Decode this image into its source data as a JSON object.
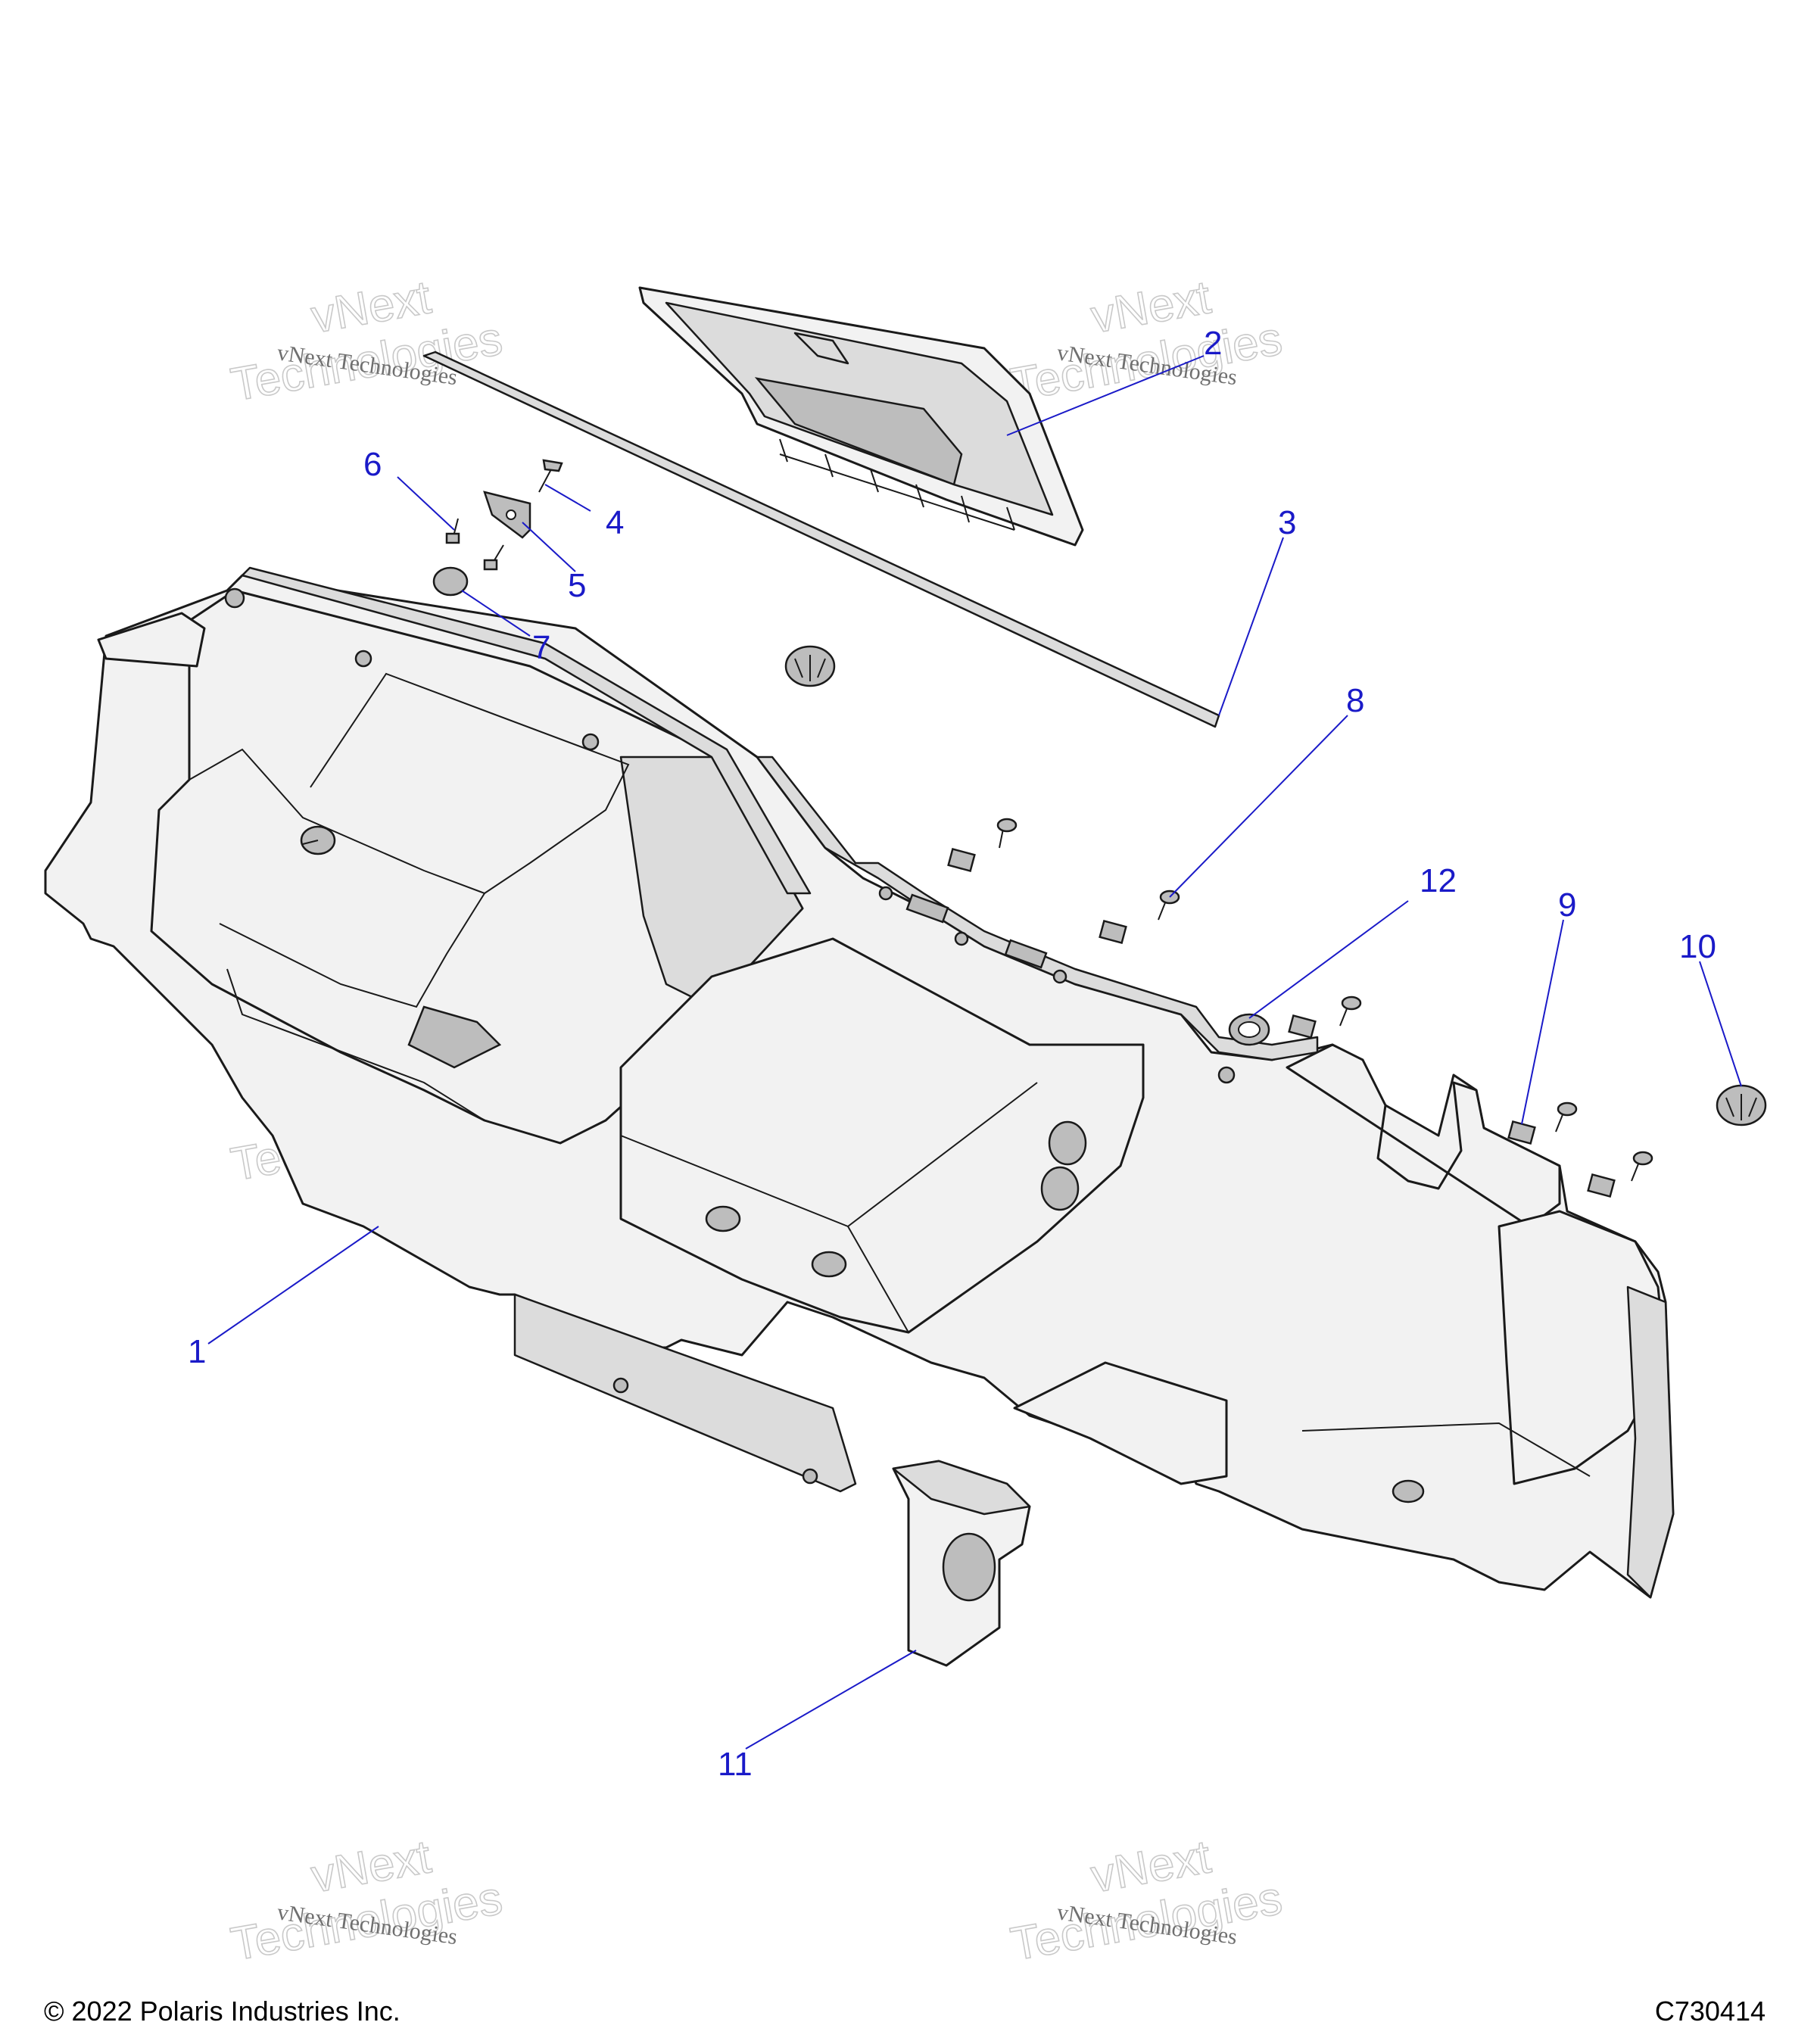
{
  "watermark": {
    "line1": "vNext Technologies",
    "line2": "vNext",
    "line3": "Technologies"
  },
  "callouts": [
    "1",
    "2",
    "3",
    "4",
    "5",
    "6",
    "7",
    "8",
    "9",
    "10",
    "11",
    "12"
  ],
  "footer": {
    "copyright": "© 2022 Polaris Industries Inc.",
    "diagram_id": "C730414"
  }
}
